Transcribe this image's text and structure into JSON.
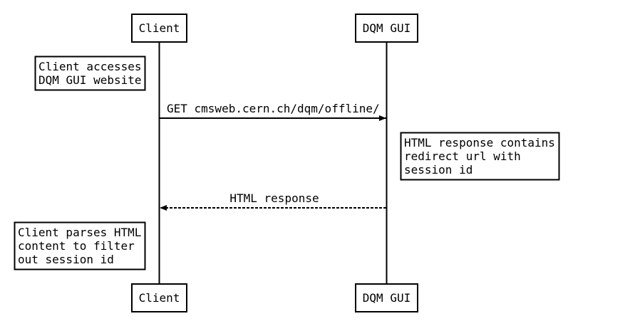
{
  "participants": [
    {
      "id": "client",
      "label": "Client"
    },
    {
      "id": "dqm",
      "label": "DQM GUI"
    }
  ],
  "messages": [
    {
      "label": "GET cmsweb.cern.ch/dqm/offline/",
      "from": "client",
      "to": "dqm",
      "style": "solid"
    },
    {
      "label": "HTML response",
      "from": "dqm",
      "to": "client",
      "style": "dashed"
    }
  ],
  "notes": [
    {
      "attached_to": "client",
      "side": "left",
      "lines": [
        "Client accesses",
        "DQM GUI website"
      ]
    },
    {
      "attached_to": "dqm",
      "side": "right",
      "lines": [
        "HTML response contains",
        "redirect url with",
        "session id"
      ]
    },
    {
      "attached_to": "client",
      "side": "left",
      "lines": [
        "Client parses HTML",
        "content to filter",
        "out session id"
      ]
    }
  ]
}
